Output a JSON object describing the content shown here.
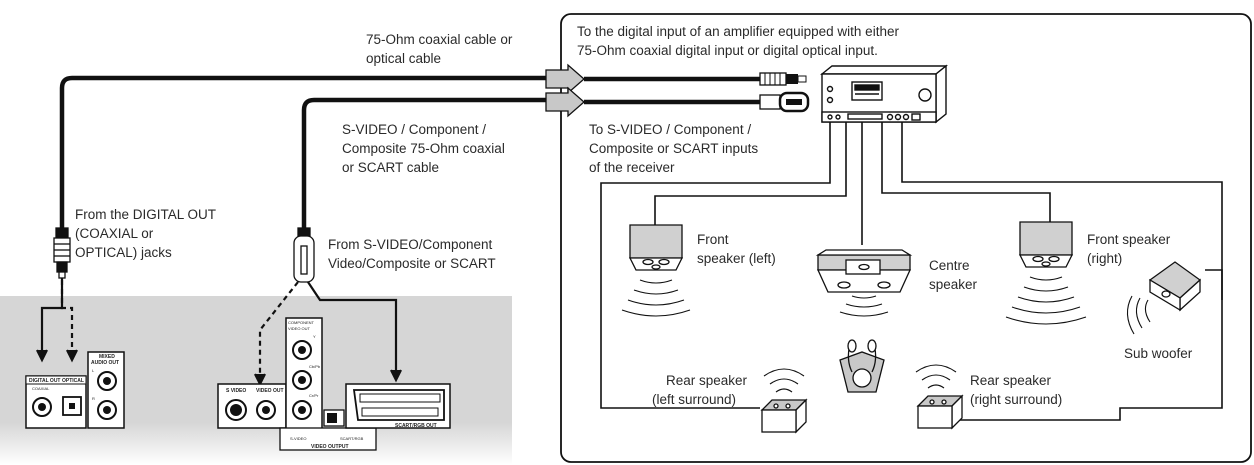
{
  "labels": {
    "amp_note": [
      "To the digital input of an amplifier equipped with either",
      "75-Ohm coaxial digital input or digital optical input."
    ],
    "coax_cable": [
      "75-Ohm coaxial cable or",
      "optical cable"
    ],
    "svideo_cable": [
      "S-VIDEO / Component /",
      "Composite 75-Ohm coaxial",
      "or SCART cable"
    ],
    "receiver_inputs": [
      "To S-VIDEO / Component /",
      "Composite or SCART inputs",
      "of the receiver"
    ],
    "digital_out_from": [
      "From the DIGITAL OUT",
      "(COAXIAL or",
      "OPTICAL) jacks"
    ],
    "video_from": [
      "From S-VIDEO/Component",
      "Video/Composite or SCART"
    ],
    "front_left": [
      "Front",
      "speaker (left)"
    ],
    "centre": [
      "Centre",
      "speaker"
    ],
    "front_right": [
      "Front speaker",
      "(right)"
    ],
    "sub": "Sub woofer",
    "rear_left": [
      "Rear speaker",
      "(left surround)"
    ],
    "rear_right": [
      "Rear speaker",
      "(right surround)"
    ]
  },
  "panel": {
    "digital_out": "DIGITAL OUT",
    "coaxial": "COAXIAL",
    "optical": "OPTICAL",
    "mixed_audio": [
      "MIXED",
      "AUDIO OUT"
    ],
    "l": "L",
    "r": "R",
    "svideo": "S VIDEO",
    "video_out": "VIDEO OUT",
    "component": [
      "COMPONENT",
      "VIDEO OUT"
    ],
    "y": "Y",
    "cb": "Cb/Pb",
    "cr": "Cr/Pr",
    "svideo_sw": "S-VIDEO",
    "scart_rgb": "SCART/RGB",
    "video_output": "VIDEO OUTPUT",
    "scart_out": "SCART/RGB OUT"
  },
  "colors": {
    "panel_gray": "#d4d4d4",
    "line": "#111111",
    "arrow_fill": "#c8c8c8"
  }
}
